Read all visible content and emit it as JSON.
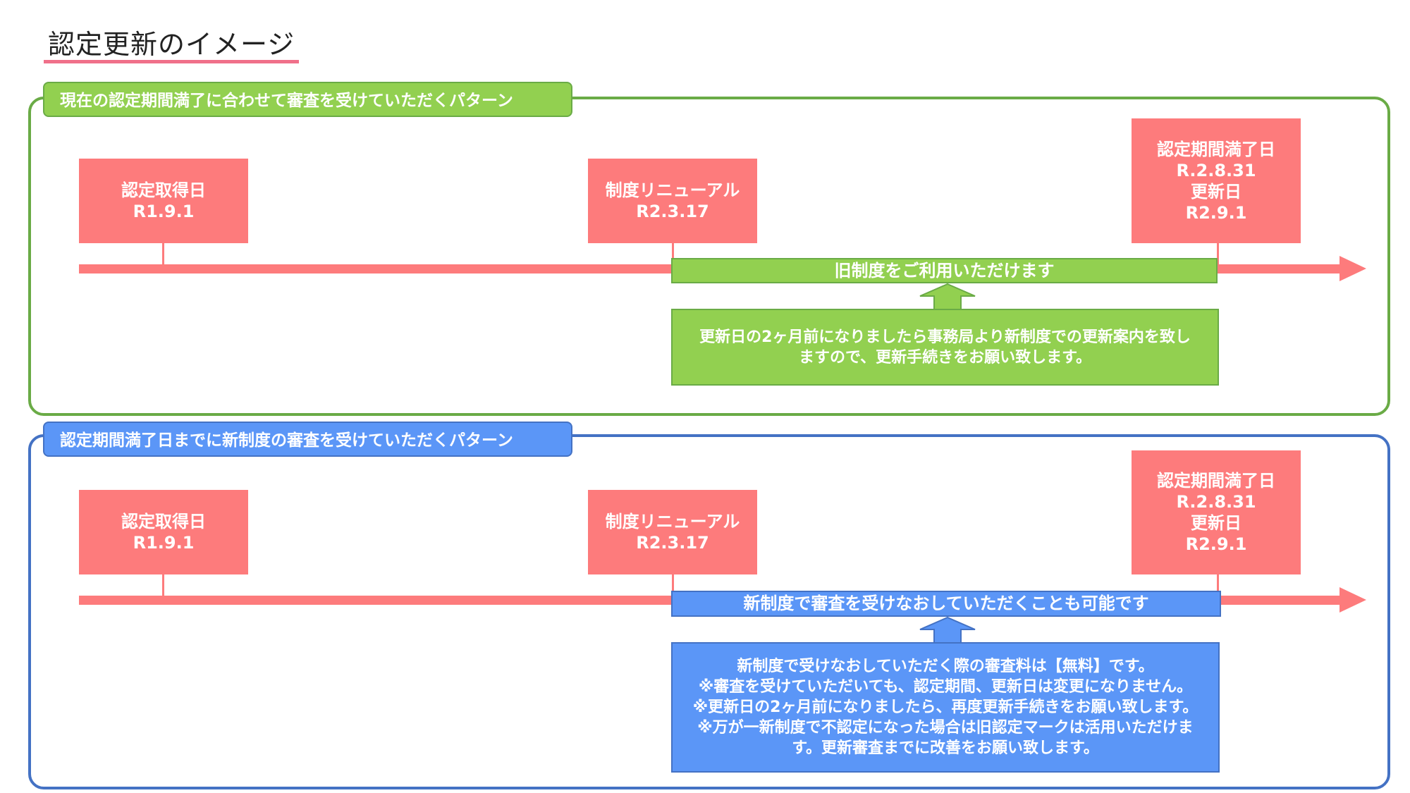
{
  "title": "認定更新のイメージ",
  "patterns": [
    {
      "tab": "現在の認定期間満了に合わせて審査を受けていただくパターン",
      "acquired": {
        "label": "認定取得日",
        "date": "R1.9.1"
      },
      "renewal": {
        "label": "制度リニューアル",
        "date": "R2.3.17"
      },
      "expiry": {
        "label": "認定期間満了日",
        "date": "R.2.8.31",
        "update_label": "更新日",
        "update_date": "R2.9.1"
      },
      "bar_text": "旧制度をご利用いただけます",
      "note_lines": [
        "更新日の2ヶ月前になりましたら事務局より新制度での更新案内を致し",
        "ますので、更新手続きをお願い致します。"
      ],
      "color": "#92d050"
    },
    {
      "tab": "認定期間満了日までに新制度の審査を受けていただくパターン",
      "acquired": {
        "label": "認定取得日",
        "date": "R1.9.1"
      },
      "renewal": {
        "label": "制度リニューアル",
        "date": "R2.3.17"
      },
      "expiry": {
        "label": "認定期間満了日",
        "date": "R.2.8.31",
        "update_label": "更新日",
        "update_date": "R2.9.1"
      },
      "bar_text": "新制度で審査を受けなおしていただくことも可能です",
      "note_lines": [
        "新制度で受けなおしていただく際の審査料は【無料】です。",
        "※審査を受けていただいても、認定期間、更新日は変更になりません。",
        "※更新日の2ヶ月前になりましたら、再度更新手続きをお願い致します。",
        "※万が一新制度で不認定になった場合は旧認定マークは活用いただけま",
        "す。更新審査までに改善をお願い致します。"
      ],
      "color": "#5b96f7"
    }
  ],
  "colors": {
    "milestone": "#fd7b7c",
    "green": "#92d050",
    "blue": "#5b96f7",
    "title_underline": "#f0708a"
  }
}
